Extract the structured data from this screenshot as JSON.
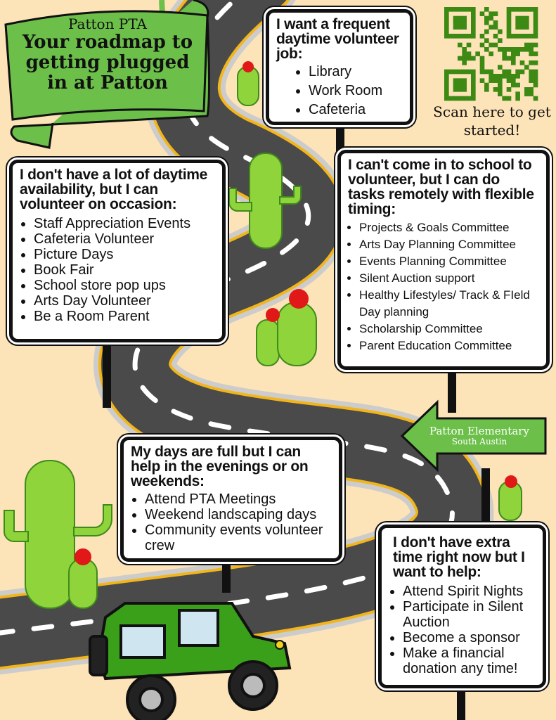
{
  "banner": {
    "subtitle": "Patton PTA",
    "title": "Your roadmap to getting plugged in at Patton"
  },
  "qr": {
    "caption": "Scan here to get started!"
  },
  "signs": [
    {
      "heading": "I want a frequent daytime volunteer job:",
      "items": [
        "Library",
        "Work Room",
        "Cafeteria"
      ]
    },
    {
      "heading": "I don't have a lot of daytime availability, but I can volunteer on occasion:",
      "items": [
        "Staff Appreciation Events",
        "Cafeteria Volunteer",
        "Picture Days",
        "Book Fair",
        "School store pop ups",
        "Arts Day Volunteer",
        "Be a Room Parent"
      ]
    },
    {
      "heading": "I can't come in to school to volunteer, but I can do tasks remotely with flexible timing:",
      "items": [
        "Projects & Goals Committee",
        "Arts Day Planning Committee",
        "Events Planning Committee",
        "Silent Auction support",
        "Healthy Lifestyles/ Track & FIeld Day planning",
        "Scholarship Committee",
        "Parent Education Committee"
      ]
    },
    {
      "heading": "My days are full but I can help in the evenings or on weekends:",
      "items": [
        "Attend PTA Meetings",
        "Weekend landscaping days",
        "Community events volunteer crew"
      ]
    },
    {
      "heading": "I don't have extra time right now but I want to help:",
      "items": [
        "Attend Spirit Nights",
        "Participate in Silent Auction",
        "Become a sponsor",
        "Make a financial donation any time!"
      ]
    }
  ],
  "arrow_sign": {
    "name": "Patton Elementary",
    "location": "South Austin"
  },
  "colors": {
    "background": "#fde3b8",
    "green": "#6cc04a",
    "road": "#4a4a4a",
    "road_edge": "#f2b51c",
    "qr": "#3c8a14"
  }
}
